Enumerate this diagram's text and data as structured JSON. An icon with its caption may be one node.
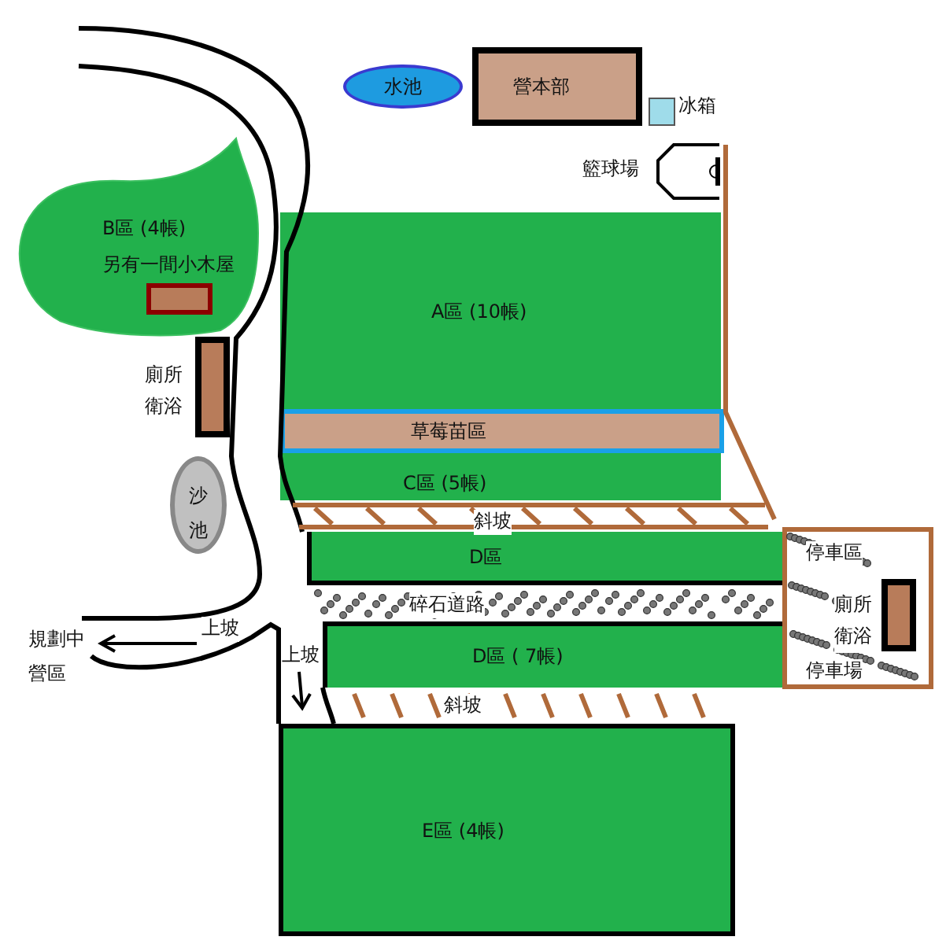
{
  "diagram": {
    "nodes": [
      {
        "text": [
          "水池"
        ]
      },
      {
        "text": [
          "營本部"
        ]
      },
      {
        "text": [],
        "shape": "box",
        "beside": [
          "冰箱"
        ]
      },
      {
        "text": [],
        "shape": "court",
        "beside": [
          "籃球場"
        ]
      },
      {
        "text": [
          "B區 (4帳)",
          "另有一間小木屋"
        ]
      },
      {
        "text": [],
        "shape": "box",
        "beside": [
          "廁所衛浴"
        ]
      },
      {
        "text": [
          "A區 (10帳)"
        ]
      },
      {
        "text": [
          "草莓苗區"
        ]
      },
      {
        "text": [
          "C區 (5帳)"
        ]
      },
      {
        "text": [
          "沙池"
        ]
      },
      {
        "text": [
          "D區"
        ]
      },
      {
        "text": [
          "D區 ( 7帳)"
        ]
      },
      {
        "text": [
          "E區 (4帳)"
        ]
      },
      {
        "text": [
          "停車區",
          "停車場"
        ]
      },
      {
        "text": [],
        "shape": "box",
        "in": 13,
        "beside": [
          "廁所衛浴"
        ]
      },
      {
        "text": [
          "規劃中營區"
        ]
      }
    ],
    "edges": [
      {
        "from": null,
        "to": 15,
        "arrow": "to",
        "label": "上坡"
      }
    ],
    "labels": [
      "斜坡",
      "碎石道路",
      "上坡",
      "斜坡"
    ]
  }
}
